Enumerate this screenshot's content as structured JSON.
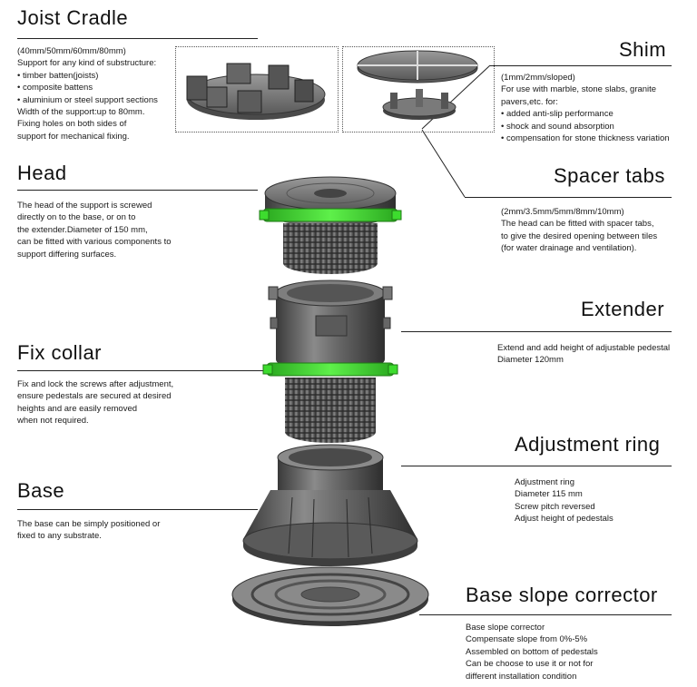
{
  "joist_cradle": {
    "title": "Joist Cradle",
    "lines": [
      "(40mm/50mm/60mm/80mm)",
      "Support for any kind of substructure:",
      "• timber batten(joists)",
      "• composite battens",
      "• aluminium or steel support sections",
      "Width of the support:up to 80mm.",
      "Fixing holes on both sides of",
      "support for mechanical fixing."
    ]
  },
  "shim": {
    "title": "Shim",
    "lines": [
      " (1mm/2mm/sloped)",
      "For use with marble, stone slabs, granite",
      "pavers,etc. for:",
      "• added anti-slip performance",
      "• shock and sound absorption",
      "• compensation for stone thickness variation"
    ]
  },
  "head": {
    "title": "Head",
    "lines": [
      "The head of the support is screwed",
      "directly on to the base, or on to",
      "the extender.Diameter of 150 mm,",
      "can be fitted with various components to",
      "support differing surfaces."
    ]
  },
  "spacer_tabs": {
    "title": "Spacer tabs",
    "lines": [
      "(2mm/3.5mm/5mm/8mm/10mm)",
      "The head can be fitted with spacer tabs,",
      "to give the desired opening between tiles",
      "(for water drainage and ventilation)."
    ]
  },
  "extender": {
    "title": "Extender",
    "lines": [
      "Extend and add height of adjustable pedestal",
      "Diameter 120mm"
    ]
  },
  "fix_collar": {
    "title": "Fix collar",
    "lines": [
      "Fix and lock the screws after adjustment,",
      "ensure pedestals are secured at desired",
      "heights and are easily removed",
      "when not required."
    ]
  },
  "adjustment_ring": {
    "title": "Adjustment ring",
    "lines": [
      "Adjustment ring",
      "Diameter 115 mm",
      "Screw pitch reversed",
      "Adjust height of pedestals"
    ]
  },
  "base": {
    "title": "Base",
    "lines": [
      "The base can be simply positioned or",
      "fixed to any substrate."
    ]
  },
  "base_slope_corrector": {
    "title": "Base slope corrector",
    "lines": [
      "Base slope corrector",
      "Compensate slope from 0%-5%",
      "Assembled on bottom of pedestals",
      "Can be choose to use it or not for",
      "different installation condition"
    ]
  },
  "colors": {
    "part_dark": "#3c3c3c",
    "part_mid": "#6e6e6e",
    "part_light": "#a8a8a8",
    "collar_green": "#3ddc2e"
  }
}
